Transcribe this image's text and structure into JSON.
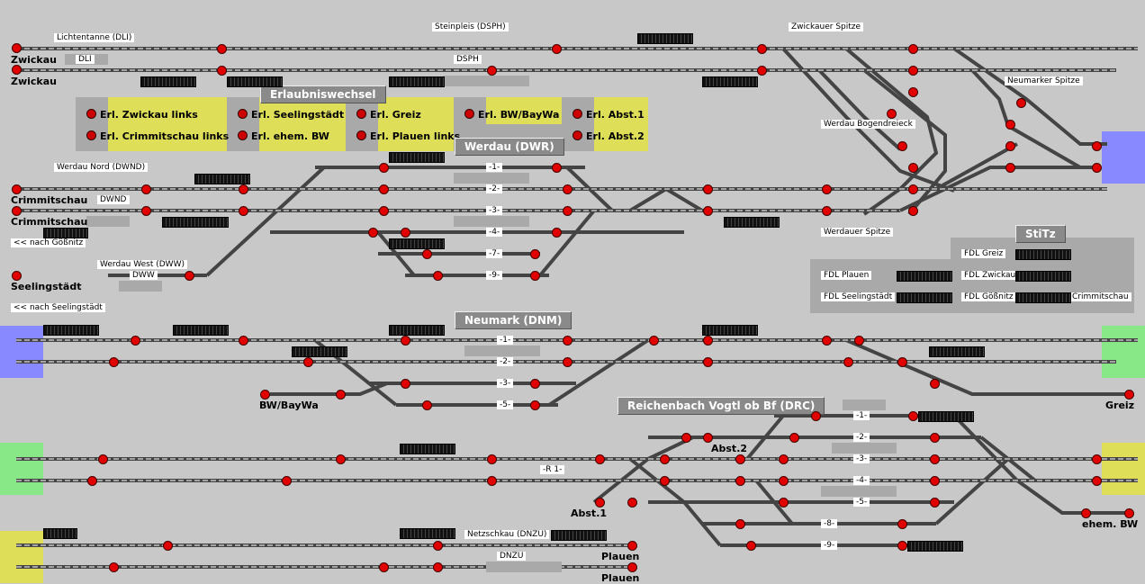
{
  "stations": {
    "dli_top": "Lichtentanne (DLI)",
    "dli": "DLI",
    "dsph_top": "Steinpleis (DSPH)",
    "dsph": "DSPH",
    "zwickauer_spitze": "Zwickauer Spitze",
    "neumarker_spitze": "Neumarker Spitze",
    "werdau_bogendreieck": "Werdau Bogendreieck",
    "werdauer_spitze": "Werdauer Spitze",
    "dwnd_top": "Werdau Nord (DWND)",
    "dwnd": "DWND",
    "dww_top": "Werdau West (DWW)",
    "dww": "DWW",
    "dnzu_top": "Netzschkau (DNZU)",
    "dnzu": "DNZU"
  },
  "titles": {
    "erlaubniswechsel": "Erlaubniswechsel",
    "werdau": "Werdau (DWR)",
    "neumark": "Neumark (DNM)",
    "reichenbach": "Reichenbach Vogtl ob Bf (DRC)",
    "stitz": "StiTz"
  },
  "erl": {
    "zwickau": "Erl. Zwickau links",
    "crimmitschau": "Erl. Crimmitschau links",
    "seelingstaedt": "Erl. Seelingstädt",
    "ehem_bw": "Erl. ehem. BW",
    "greiz": "Erl. Greiz",
    "plauen": "Erl. Plauen links",
    "baywa": "Erl. BW/BayWa",
    "abst1": "Erl. Abst.1",
    "abst2": "Erl. Abst.2"
  },
  "cities": {
    "zwickau1": "Zwickau",
    "zwickau2": "Zwickau",
    "crimmitschau1": "Crimmitschau",
    "crimmitschau2": "Crimmitschau",
    "seelingstaedt": "Seelingstädt",
    "baywa": "BW/BayWa",
    "greiz": "Greiz",
    "ehem_bw": "ehem. BW",
    "plauen1": "Plauen",
    "plauen2": "Plauen",
    "abst1": "Abst.1",
    "abst2": "Abst.2"
  },
  "nav": {
    "goessnitz": "<< nach Gößnitz",
    "seelingstaedt": "<< nach Seelingstädt"
  },
  "fdl": {
    "plauen": "FDL Plauen",
    "seelingstaedt": "FDL Seelingstädt",
    "greiz": "FDL Greiz",
    "zwickau": "FDL Zwickau",
    "goessnitz": "FDL Gößnitz",
    "crimmitschau": "Crimmitschau"
  },
  "tracks": {
    "w1": "-1-",
    "w2": "-2-",
    "w3": "-3-",
    "w4": "-4-",
    "w7": "-7-",
    "w9": "-9-",
    "n1": "-1-",
    "n2": "-2-",
    "n3": "-3-",
    "n5": "-5-",
    "r1": "-1-",
    "r2": "-2-",
    "r3": "-3-",
    "r4": "-4-",
    "r5": "-5-",
    "r8": "-8-",
    "r9": "-9-",
    "rr1": "-R 1-"
  },
  "colors": {
    "bg": "#c8c8c8",
    "yellow": "#dede58",
    "blue": "#8888ff",
    "green": "#88e888",
    "track": "#555555",
    "signal_red": "#e00000"
  }
}
